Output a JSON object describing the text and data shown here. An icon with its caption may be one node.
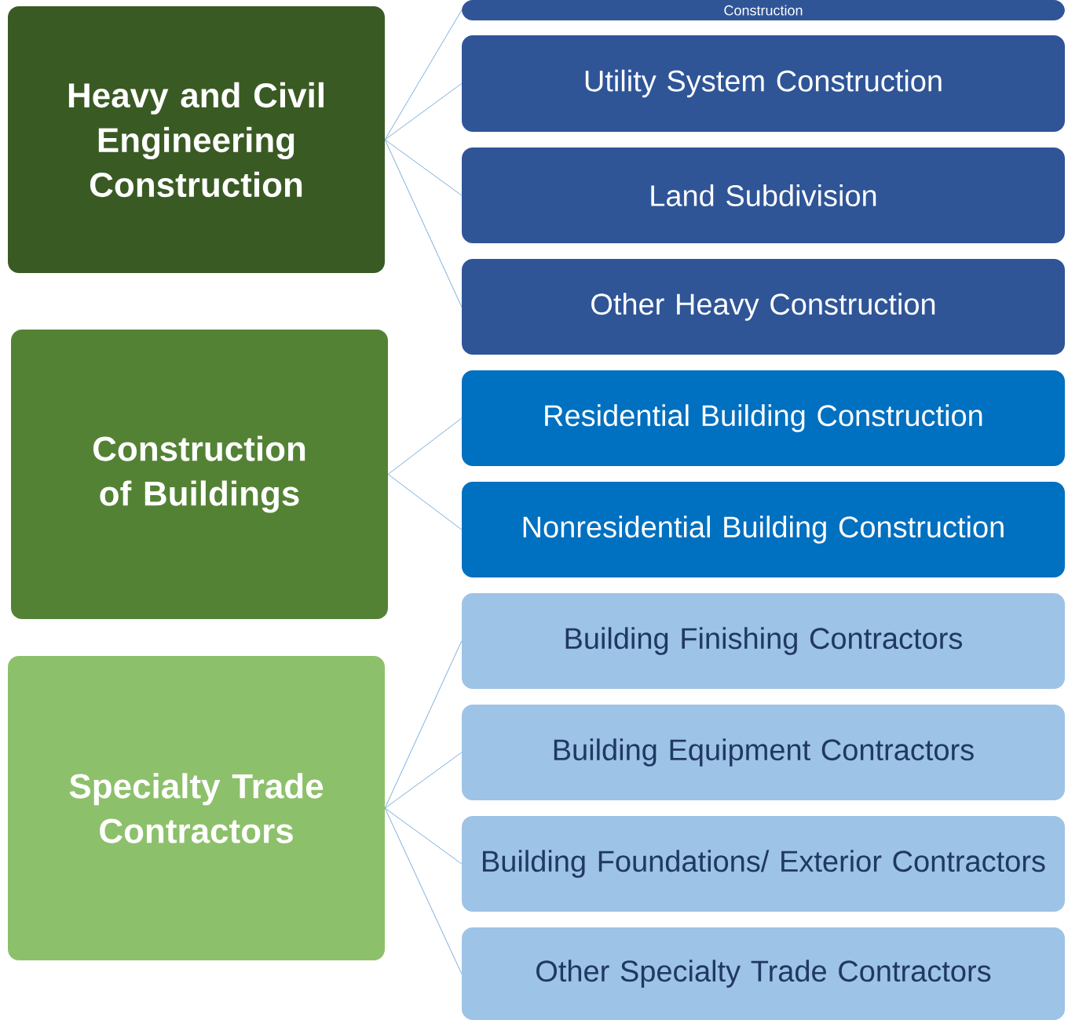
{
  "diagram": {
    "nodes": [
      {
        "text": [
          "Heavy and Civil Engineering Construction"
        ]
      },
      {
        "text": [
          "Construction"
        ]
      },
      {
        "text": [
          "Utility System Construction"
        ]
      },
      {
        "text": [
          "Land Subdivision"
        ]
      },
      {
        "text": [
          "Other Heavy Construction"
        ]
      },
      {
        "text": [
          "Construction of Buildings"
        ]
      },
      {
        "text": [
          "Residential Building Construction"
        ]
      },
      {
        "text": [
          "Nonresidential Building Construction"
        ]
      },
      {
        "text": [
          "Specialty Trade Contractors"
        ]
      },
      {
        "text": [
          "Building Finishing Contractors"
        ]
      },
      {
        "text": [
          "Building Equipment Contractors"
        ]
      },
      {
        "text": [
          "Building Foundations/ Exterior Contractors"
        ]
      },
      {
        "text": [
          "Other Specialty Trade Contractors"
        ]
      }
    ],
    "edges": [
      {
        "from": 0,
        "to": 1,
        "arrow": "none"
      },
      {
        "from": 0,
        "to": 2,
        "arrow": "none"
      },
      {
        "from": 0,
        "to": 3,
        "arrow": "none"
      },
      {
        "from": 0,
        "to": 4,
        "arrow": "none"
      },
      {
        "from": 5,
        "to": 6,
        "arrow": "none"
      },
      {
        "from": 5,
        "to": 7,
        "arrow": "none"
      },
      {
        "from": 8,
        "to": 9,
        "arrow": "none"
      },
      {
        "from": 8,
        "to": 10,
        "arrow": "none"
      },
      {
        "from": 8,
        "to": 11,
        "arrow": "none"
      },
      {
        "from": 8,
        "to": 12,
        "arrow": "none"
      }
    ]
  }
}
